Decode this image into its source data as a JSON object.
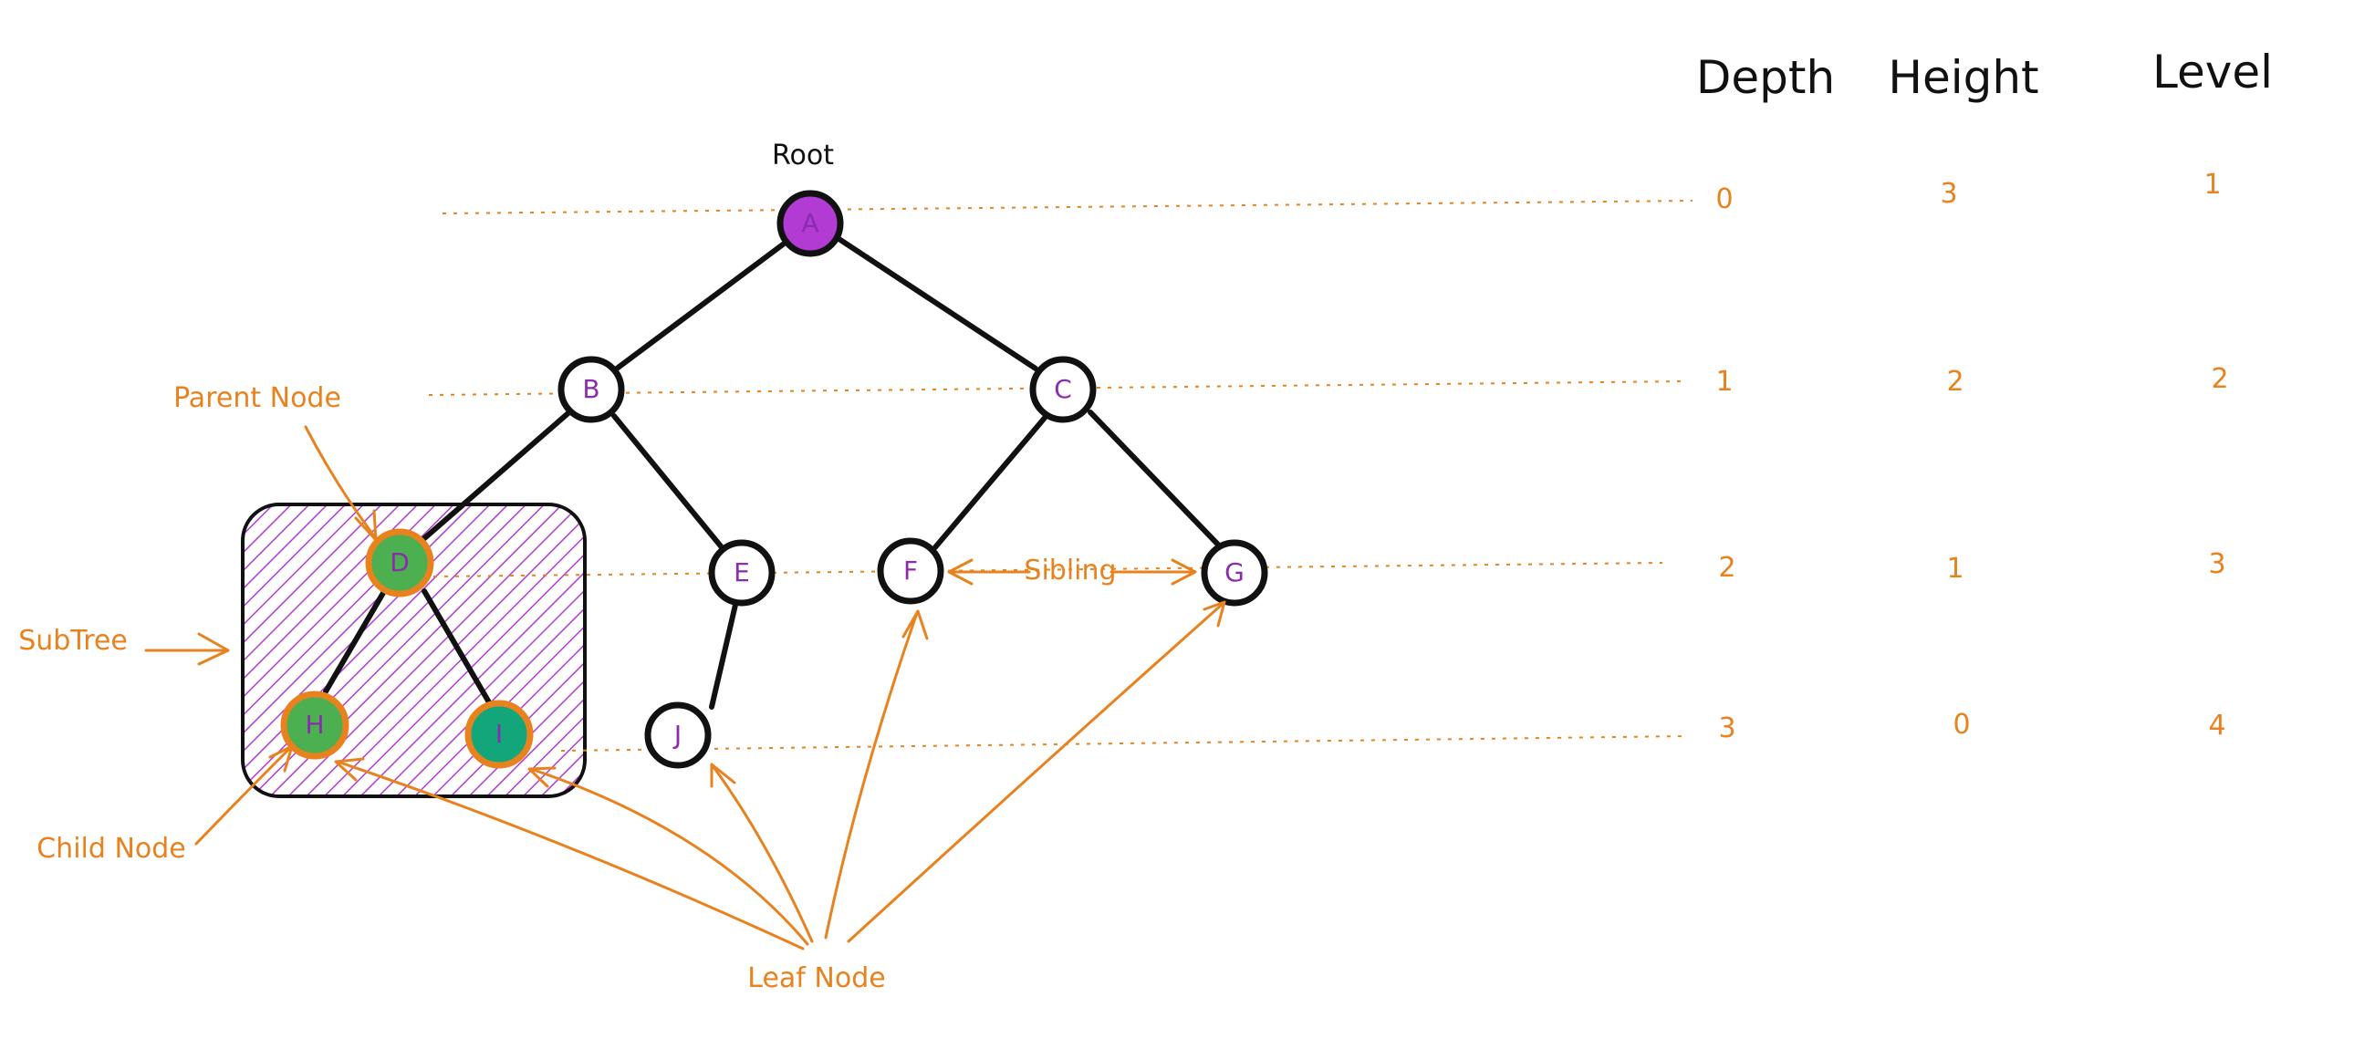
{
  "colors": {
    "accent": "#e8821e",
    "edge": "#111111",
    "node_stroke": "#111111",
    "node_fill": "#ffffff",
    "root_fill": "#b13bd3",
    "subtree_hatch": "#b13bd3",
    "d_fill": "#4caf50",
    "h_fill": "#4caf50",
    "i_fill": "#12a67a",
    "node_label": "#8a2bb0"
  },
  "headers": {
    "depth": "Depth",
    "height": "Height",
    "level": "Level"
  },
  "rows": [
    {
      "depth": "0",
      "height": "3",
      "level": "1"
    },
    {
      "depth": "1",
      "height": "2",
      "level": "2"
    },
    {
      "depth": "2",
      "height": "1",
      "level": "3"
    },
    {
      "depth": "3",
      "height": "0",
      "level": "4"
    }
  ],
  "labels": {
    "root": "Root",
    "parent_node": "Parent Node",
    "subtree": "SubTree",
    "child_node": "Child Node",
    "sibling": "Sibling",
    "leaf_node": "Leaf Node"
  },
  "nodes": [
    "A",
    "B",
    "C",
    "D",
    "E",
    "F",
    "G",
    "H",
    "I",
    "J"
  ]
}
